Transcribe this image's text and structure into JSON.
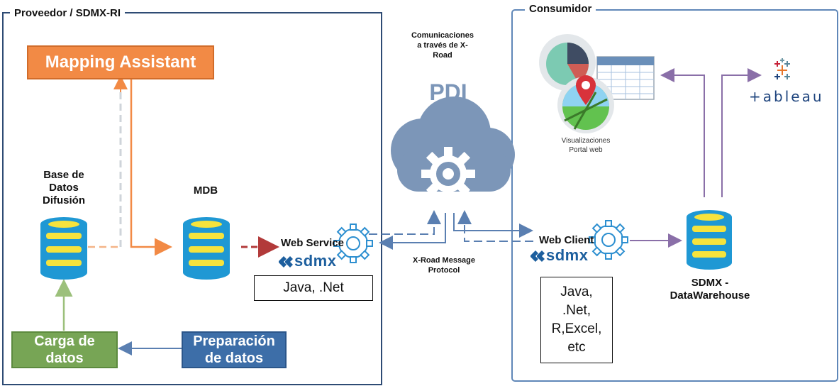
{
  "provider": {
    "title": "Proveedor / SDMX-RI",
    "mapping_assistant": "Mapping Assistant",
    "db_label": "Base de\nDatos\nDifusión",
    "mdb_label": "MDB",
    "web_service": "Web Service",
    "sdmx_brand": "sdmx",
    "languages": "Java, .Net",
    "carga": "Carga de\ndatos",
    "preparacion": "Preparación\nde datos"
  },
  "middle": {
    "comms": "Comunicaciones\na través de X-\nRoad",
    "pdi": "PDI",
    "protocol": "X-Road Message\nProtocol"
  },
  "consumer": {
    "title": "Consumidor",
    "web_client": "Web Client",
    "sdmx_brand": "sdmx",
    "languages": "Java,\n.Net,\nR,Excel,\netc",
    "warehouse": "SDMX -\nDataWarehouse",
    "visualizaciones": "Visualizaciones\nPortal web",
    "tableau": "+ableau"
  },
  "colors": {
    "orange": "#f28a45",
    "green": "#77a555",
    "blue": "#3d6ea8",
    "cloud": "#7c96b8",
    "db_blue": "#1f98d4",
    "db_yellow": "#f6e33d",
    "purple": "#8a6fa8",
    "red": "#b23a3a",
    "panel_border": "#2e4b74",
    "consumer_border": "#5f87b8"
  }
}
